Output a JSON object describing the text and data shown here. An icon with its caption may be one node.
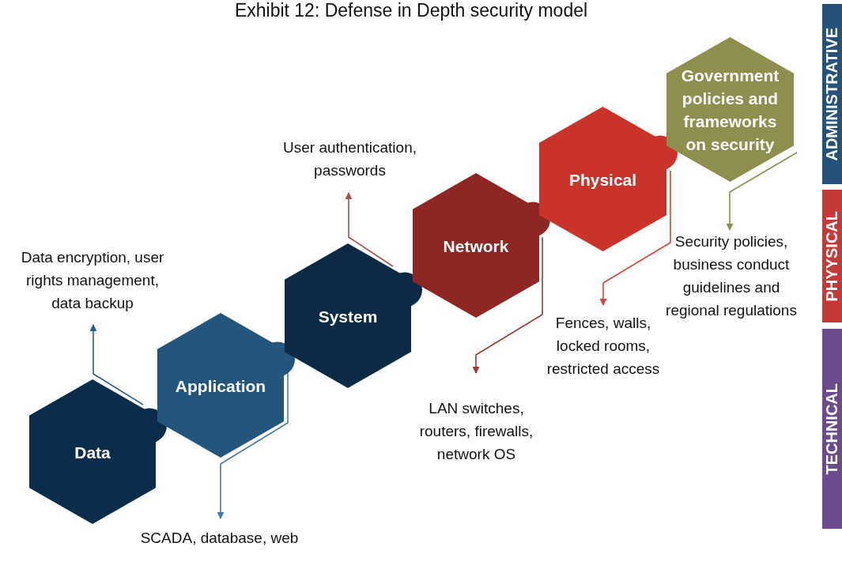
{
  "diagram": {
    "title": "Exhibit 12: Defense in Depth security model",
    "nodes": [
      {
        "text": [
          "Data"
        ]
      },
      {
        "text": [
          "Application"
        ]
      },
      {
        "text": [
          "System"
        ]
      },
      {
        "text": [
          "Network"
        ]
      },
      {
        "text": [
          "Physical"
        ]
      },
      {
        "text": [
          "Government policies and frameworks on security"
        ]
      },
      {
        "text": [
          "Data encryption, user rights management, data backup"
        ]
      },
      {
        "text": [
          "SCADA, database, web"
        ]
      },
      {
        "text": [
          "User authentication, passwords"
        ]
      },
      {
        "text": [
          "LAN switches, routers, firewalls, network OS"
        ]
      },
      {
        "text": [
          "Fences, walls, locked rooms, restricted access"
        ]
      },
      {
        "text": [
          "Security policies, business conduct guidelines and regional regulations"
        ]
      },
      {
        "text": [
          "ADMINISTRATIVE"
        ]
      },
      {
        "text": [
          "PHYYSICAL"
        ]
      },
      {
        "text": [
          "TECHNICAL"
        ]
      }
    ],
    "edges": [
      {
        "from": 0,
        "to": 6,
        "arrow": "to",
        "color": "#2f5f86"
      },
      {
        "from": 1,
        "to": 7,
        "arrow": "to",
        "color": "#4a7aa0"
      },
      {
        "from": 2,
        "to": 8,
        "arrow": "to",
        "color": "#a8534e"
      },
      {
        "from": 3,
        "to": 9,
        "arrow": "to",
        "color": "#9b3a34"
      },
      {
        "from": 4,
        "to": 10,
        "arrow": "to",
        "color": "#d0463c"
      },
      {
        "from": 5,
        "to": 11,
        "arrow": "to",
        "color": "#8e8e4e"
      }
    ]
  }
}
